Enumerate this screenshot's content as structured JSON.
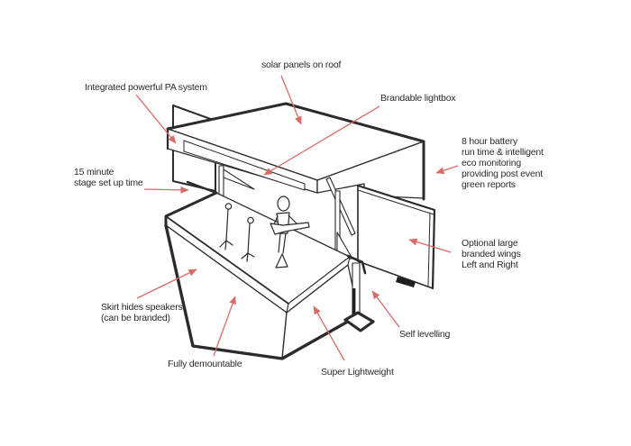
{
  "diagram": {
    "subject": "mobile stage product feature diagram",
    "colors": {
      "background": "#ffffff",
      "line": "#2b2b2b",
      "arrow": "#d96a66",
      "text": "#2b2b2b"
    },
    "labels": {
      "solar": "solar panels on roof",
      "pa": "Integrated powerful PA system",
      "lightbox": "Brandable lightbox",
      "battery": "8 hour battery\nrun time & intelligent\neco monitoring\nproviding post event\ngreen reports",
      "setup": "15 minute\nstage set up time",
      "wings": "Optional large\nbranded wings\nLeft and Right",
      "skirt": "Skirt hides speakers\n(can be branded)",
      "demountable": "Fully demountable",
      "lightweight": "Super Lightweight",
      "levelling": "Self levelling"
    }
  }
}
